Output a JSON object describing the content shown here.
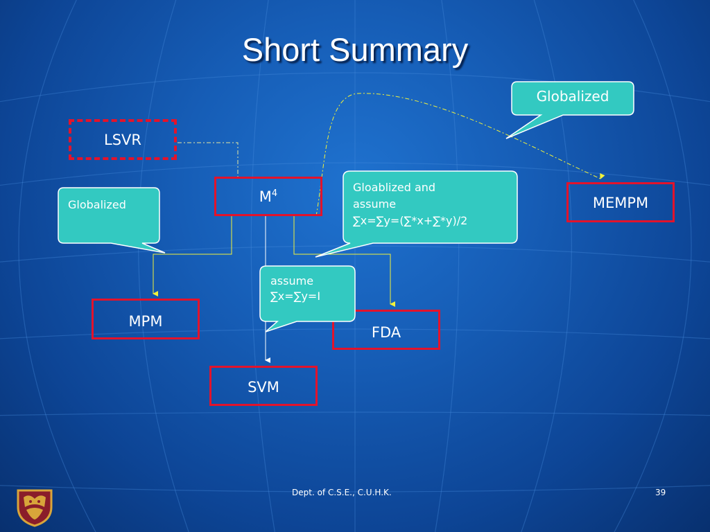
{
  "title": "Short Summary",
  "nodes": {
    "lsvr": "LSVR",
    "m4": "M",
    "m4_sup": "4",
    "mempm": "MEMPM",
    "mpm": "MPM",
    "fda": "FDA",
    "svm": "SVM"
  },
  "callouts": {
    "globalized_top": "Globalized",
    "globalized_left": "Globalized",
    "gloablized_assume": [
      "Gloablized and",
      "assume",
      "∑x=∑y=(∑*x+∑*y)/2"
    ],
    "assume": [
      "assume",
      "∑x=∑y=I"
    ]
  },
  "footer": {
    "dept": "Dept. of C.S.E., C.U.H.K.",
    "page": "39"
  },
  "colors": {
    "background": "#165db6",
    "node_border": "#e3132b",
    "callout_fill": "#33c9c1",
    "connector_yellow": "#f2f23a",
    "connector_white": "#ffffff"
  },
  "icons": {
    "logo": "cuhk-crest-icon"
  }
}
